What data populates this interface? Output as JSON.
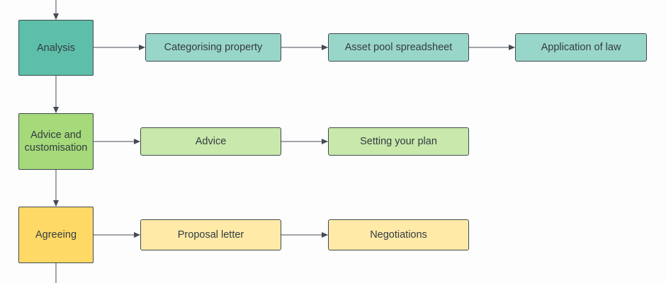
{
  "stages": [
    {
      "id": "analysis",
      "label": "Analysis",
      "color": "#5dbfaa",
      "steps": [
        {
          "id": "categorising",
          "label": "Categorising property",
          "color": "#99d6ca"
        },
        {
          "id": "asset-pool",
          "label": "Asset pool spreadsheet",
          "color": "#99d6ca"
        },
        {
          "id": "application-law",
          "label": "Application of law",
          "color": "#99d6ca"
        }
      ]
    },
    {
      "id": "advice",
      "label": "Advice and customisation",
      "color": "#a5d97a",
      "steps": [
        {
          "id": "advice-step",
          "label": "Advice",
          "color": "#c8e8ac"
        },
        {
          "id": "setting-plan",
          "label": "Setting your plan",
          "color": "#c8e8ac"
        }
      ]
    },
    {
      "id": "agreeing",
      "label": "Agreeing",
      "color": "#ffd966",
      "steps": [
        {
          "id": "proposal",
          "label": "Proposal letter",
          "color": "#ffeaa8"
        },
        {
          "id": "negotiations",
          "label": "Negotiations",
          "color": "#ffeaa8"
        }
      ]
    }
  ],
  "line_color": "#454b55"
}
